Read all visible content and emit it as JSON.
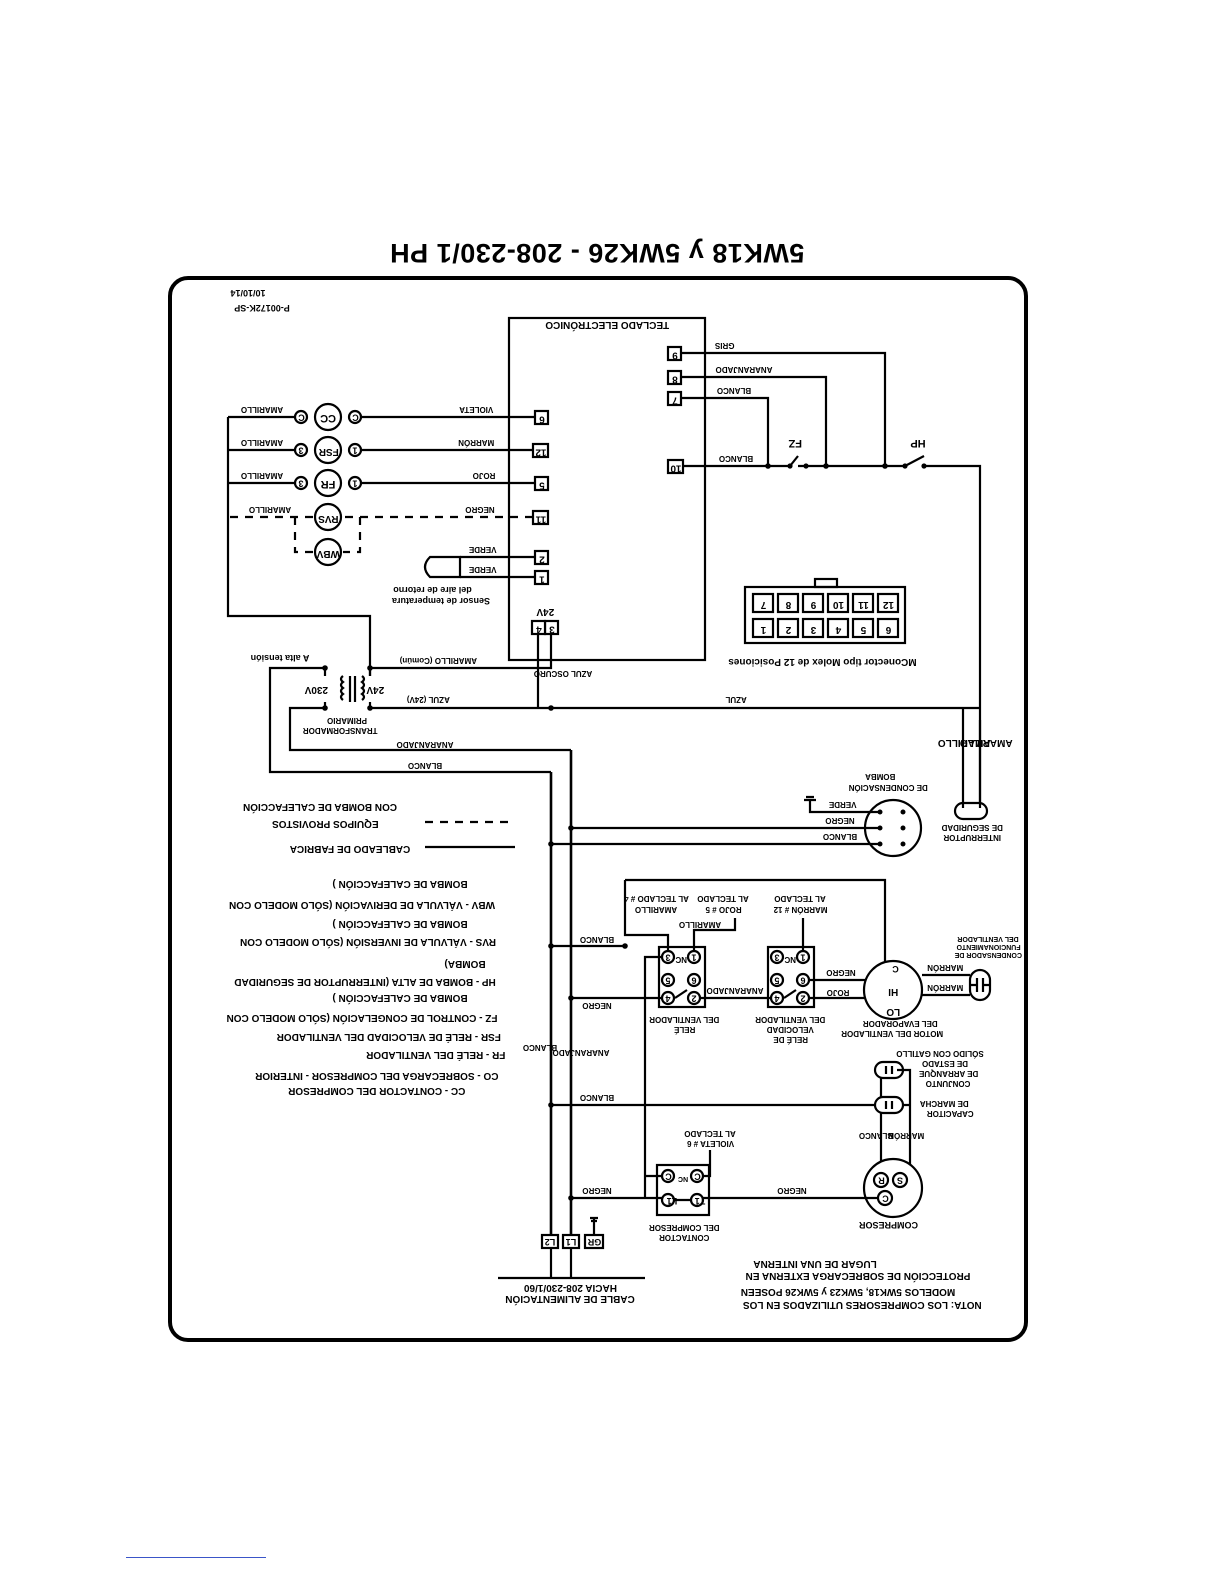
{
  "title": "5WK18 y 5WK26 - 208-230/1 PH",
  "doc_code": "P-00172K-SP",
  "doc_date": "10/10/14",
  "keypad": {
    "title": "TECLADO ELECTRÓNICO",
    "terminals": [
      "9",
      "8",
      "7",
      "10",
      "6",
      "12",
      "5",
      "11",
      "2",
      "1",
      "3",
      "4"
    ],
    "voltage": "24V"
  },
  "wire_colors": {
    "gris": "GRIS",
    "anaranjado": "ANARANJADO",
    "blanco": "BLANCO",
    "violeta": "VIOLETA",
    "marron": "MARRÓN",
    "rojo": "ROJO",
    "negro": "NEGRO",
    "verde": "VERDE",
    "amarillo": "AMARILLO",
    "azul": "AZUL",
    "azul_24v": "AZUL (24V)",
    "azul_oscuro": "AZUL OSCURO",
    "amarillo_comun": "AMARILLO (Común)"
  },
  "components": {
    "cc": "CC",
    "fsr": "FSR",
    "fr": "FR",
    "rvs": "RVS",
    "wbv": "WBV",
    "fz": "FZ",
    "hp": "HP",
    "node_c": "C",
    "node_1": "1",
    "node_3": "3",
    "hi": "HI",
    "lo": "LO",
    "s": "S",
    "r": "R",
    "l1": "L1",
    "l2": "L2",
    "gr": "GR",
    "t1": "T1",
    "v230": "230V",
    "v24": "24V"
  },
  "labels": {
    "sensor": [
      "Sensor de temperatura",
      "del aire de retorno"
    ],
    "alta_tension": "A alta tensión",
    "transformador": [
      "TRANSFORMADOR",
      "PRIMARIO"
    ],
    "molex": "MConector tipo Molex de 12 Posiciones",
    "bomba_cond": [
      "BOMBA",
      "DE CONDENSACIÓN"
    ],
    "interruptor": [
      "INTERRUPTOR",
      "DE SEGURIDAD"
    ],
    "motor_vent": [
      "MOTOR DEL VENTILADOR",
      "DEL EVAPORADOR"
    ],
    "cond_vent": [
      "CONDENSADOR DE",
      "FUNCIONAMIENTO",
      "DEL VENTILADOR"
    ],
    "rele_vel": [
      "RELÉ DE",
      "VELOCIDAD",
      "DEL VENTILADOR"
    ],
    "rele_vent": [
      "RELÉ",
      "DEL VENTILADOR"
    ],
    "teclado_12": [
      "MARRÓN # 12",
      "AL TECLADO"
    ],
    "teclado_5": [
      "ROJO # 5",
      "AL TECLADO"
    ],
    "teclado_4": [
      "AMARILLO",
      "AL TECLADO # 4"
    ],
    "teclado_6": [
      "VIOLETA # 6",
      "AL TECLADO"
    ],
    "conjunto": [
      "CONJUNTO",
      "DE ARRANQUE",
      "DE ESTADO",
      "SÓLIDO CON GATILLO"
    ],
    "capacitor": [
      "CAPACITOR",
      "DE MARCHA"
    ],
    "compresor": "COMPRESOR",
    "contactor": [
      "CONTACTOR",
      "DEL COMPRESOR"
    ],
    "cable": [
      "CABLE DE ALIMENTACIÓN",
      "HACIA 208-230/1/60"
    ],
    "nota": [
      "NOTA: LOS COMPRESORES UTILIZADOS EN LOS",
      "MODELOS 5WK18, 5WK23 y 5WK26 POSEEN",
      "PROTECCIÓN DE SOBRECARGA EXTERNA EN",
      "LUGAR DE UNA INTERNA"
    ],
    "nc": "NC"
  },
  "legend": {
    "cableado_fabrica": "CABLEADO DE FABRICA",
    "equipos": [
      "EQUIPOS PROVISTOS",
      "CON BOMBA DE CALEFACCIÓN"
    ],
    "items": [
      "CC - CONTACTOR DEL COMPRESOR",
      "CO - SOBRECARGA DEL COMPRESOR - INTERIOR",
      "FR - RELÉ DEL VENTILADOR",
      "FSR - RELÉ DE VELOCIDAD DEL VENTILADOR",
      "FZ - CONTROL DE CONGELACIÓN (SÓLO MODELO CON",
      "BOMBA DE CALEFACCIÓN )",
      "HP - BOMBA DE ALTA (INTERRUPTOR DE SEGURIDAD",
      "BOMBA)",
      "RVS - VÁLVULA DE INVERSIÓN (SÓLO MODELO CON",
      "BOMBA DE CALEFACCIÓN )",
      "WBV - VÁLVULA DE DERIVACIÓN (SÓLO MODELO CON",
      "BOMBA DE CALEFACCIÓN )"
    ]
  }
}
